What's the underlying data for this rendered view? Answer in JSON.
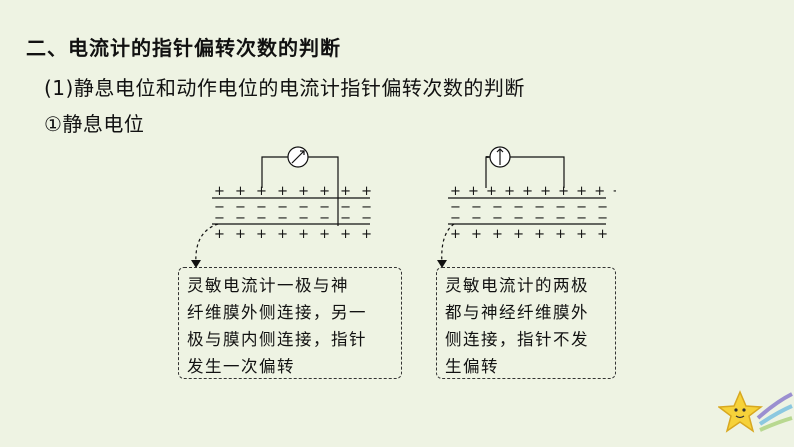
{
  "section_title": "二、电流计的指针偏转次数的判断",
  "subtitle": "(1)静息电位和动作电位的电流计指针偏转次数的判断",
  "subsubtitle": "①静息电位",
  "membrane_symbols": {
    "plus_row_left": "+ + + + + + + + + +",
    "minus_row_left": "− − − − − − − − − −",
    "plus_row_right": "+ + + + + + + + + +",
    "minus_row_right": "− − − − − − − − − −"
  },
  "left_box": {
    "lines": [
      "灵敏电流计一极与神",
      "纤维膜外侧连接，另一",
      "极与膜内侧连接，指针",
      "发生一次偏转"
    ]
  },
  "right_box": {
    "lines": [
      "灵敏电流计的两极",
      "都与神经纤维膜外",
      "侧连接，指针不发",
      "生偏转"
    ]
  }
}
